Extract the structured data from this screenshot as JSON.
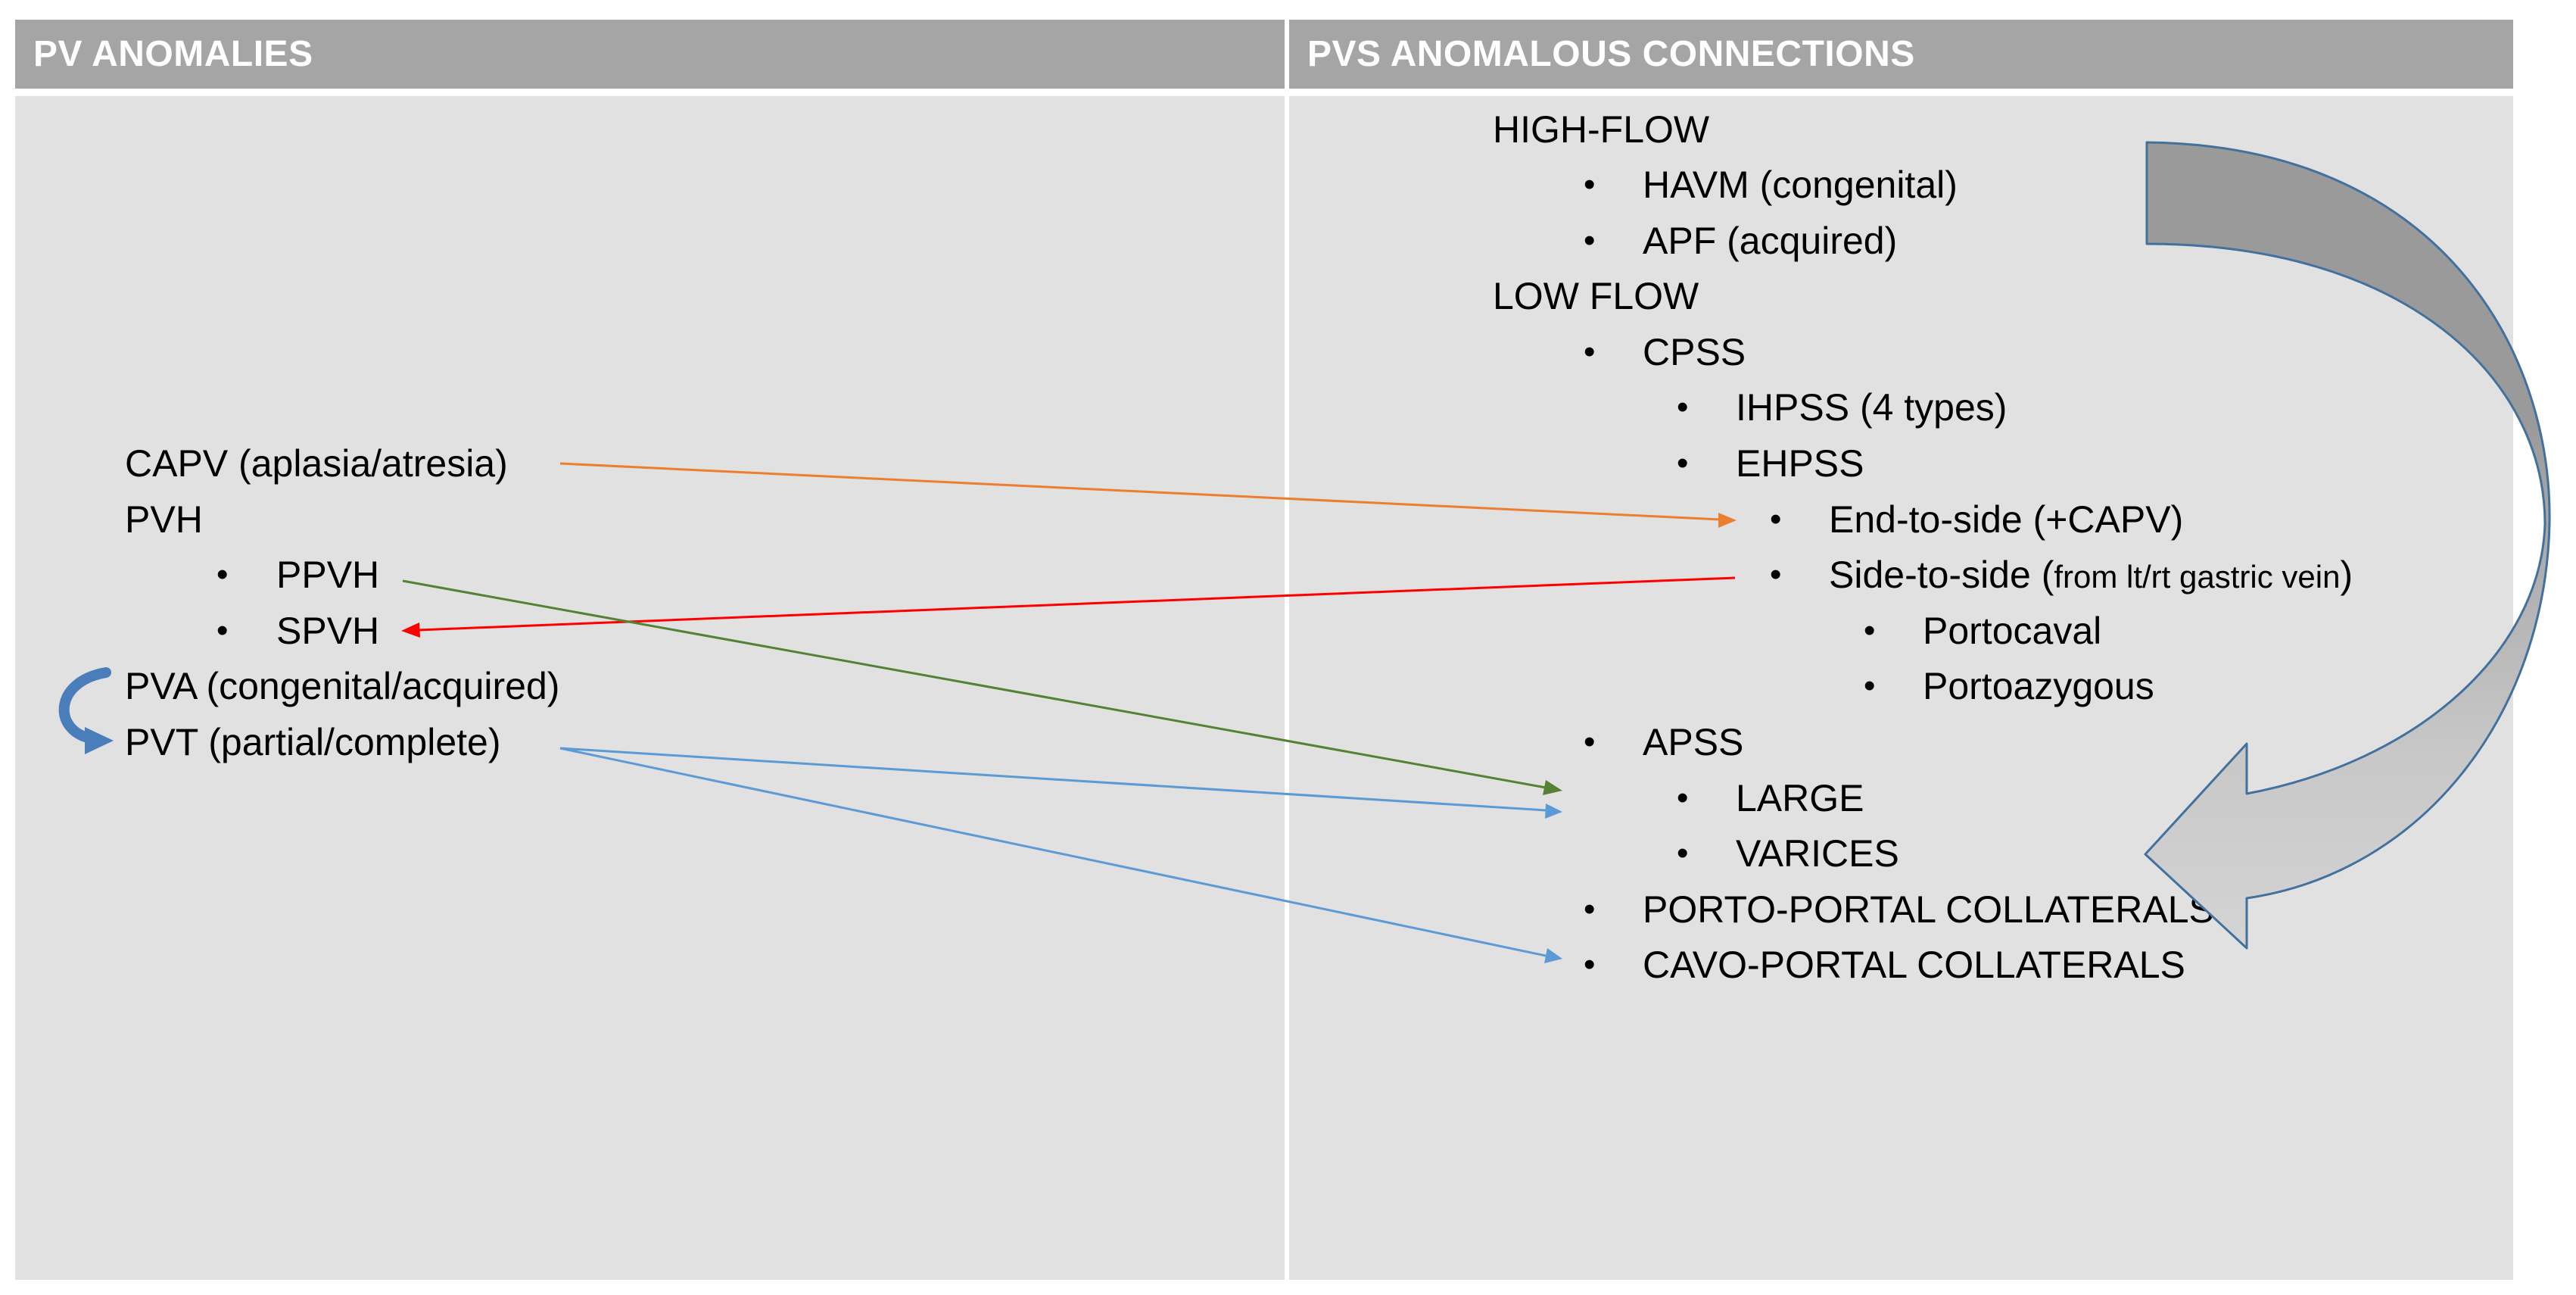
{
  "headers": {
    "left": "PV ANOMALIES",
    "right": "PVS ANOMALOUS CONNECTIONS"
  },
  "left_list": {
    "capv": "CAPV (aplasia/atresia)",
    "pvh": "PVH",
    "ppvh": "PPVH",
    "spvh": "SPVH",
    "pva": "PVA (congenital/acquired)",
    "pvt": "PVT (partial/complete)"
  },
  "right_list": {
    "high_flow": "HIGH-FLOW",
    "havm": "HAVM (congenital)",
    "apf": "APF (acquired)",
    "low_flow": "LOW FLOW",
    "cpss": "CPSS",
    "ihpss": "IHPSS (4 types)",
    "ehpss": "EHPSS",
    "end_to_side": "End-to-side (+CAPV)",
    "side_to_side": "Side-to-side (",
    "side_to_side_note": "from lt/rt gastric vein",
    "side_to_side_close": ")",
    "portocaval": "Portocaval",
    "portoazygous": "Portoazygous",
    "apss": "APSS",
    "large": "LARGE",
    "varices": "VARICES",
    "porto_portal": "PORTO-PORTAL COLLATERALS",
    "cavo_portal": "CAVO-PORTAL COLLATERALS"
  },
  "bullet_glyph": "•",
  "colors": {
    "header_bg": "#a5a5a5",
    "panel_bg": "#e1e1e1",
    "orange_arrow": "#ed7d31",
    "red_arrow": "#ff0000",
    "green_arrow": "#548235",
    "blue_arrow": "#5b9bd5",
    "big_arrow_stroke": "#41719c",
    "curved_arrow_fill": "#4a7ebb"
  }
}
